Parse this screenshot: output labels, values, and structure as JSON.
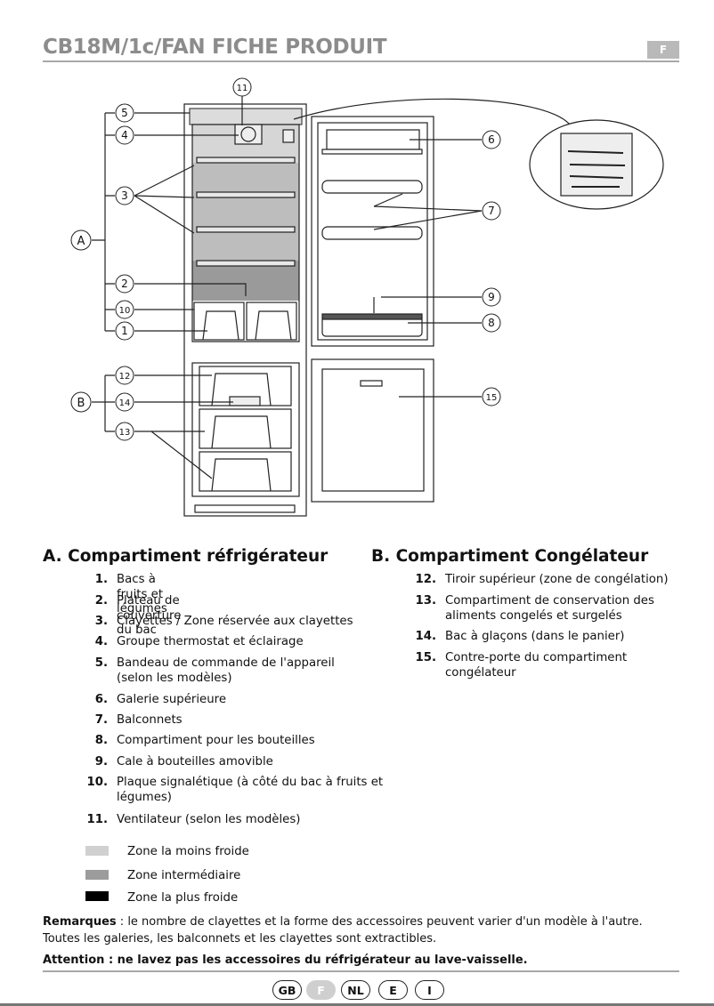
{
  "header": {
    "title": "CB18M/1c/FAN FICHE PRODUIT",
    "lang_tag": "F"
  },
  "diagram": {
    "group_a": "A",
    "group_b": "B",
    "callouts": [
      "1",
      "2",
      "3",
      "4",
      "5",
      "6",
      "7",
      "8",
      "9",
      "10",
      "11",
      "12",
      "13",
      "14",
      "15"
    ]
  },
  "section_a": {
    "heading": "A. Compartiment réfrigérateur",
    "items": [
      {
        "num": "1.",
        "text": "Bacs à fruits et légumes"
      },
      {
        "num": "2.",
        "text": "Plateau de couverture du bac"
      },
      {
        "num": "3.",
        "text": "Clayettes / Zone réservée aux clayettes"
      },
      {
        "num": "4.",
        "text": "Groupe thermostat et éclairage"
      },
      {
        "num": "5.",
        "text": "Bandeau de commande de l'appareil",
        "text2": "(selon les modèles)"
      },
      {
        "num": "6.",
        "text": "Galerie supérieure"
      },
      {
        "num": "7.",
        "text": "Balconnets"
      },
      {
        "num": "8.",
        "text": "Compartiment pour les bouteilles"
      },
      {
        "num": "9.",
        "text": "Cale à bouteilles amovible"
      },
      {
        "num": "10.",
        "text": "Plaque signalétique (à côté du bac à fruits et",
        "text2": "légumes)"
      },
      {
        "num": "11.",
        "text": "Ventilateur (selon les modèles)"
      }
    ]
  },
  "section_b": {
    "heading": "B. Compartiment Congélateur",
    "items": [
      {
        "num": "12.",
        "text": "Tiroir supérieur (zone de congélation)"
      },
      {
        "num": "13.",
        "text": "Compartiment de conservation des",
        "text2": "aliments congelés et surgelés"
      },
      {
        "num": "14.",
        "text": "Bac à glaçons (dans le panier)"
      },
      {
        "num": "15.",
        "text": "Contre-porte du compartiment",
        "text2": "congélateur"
      }
    ]
  },
  "legend": [
    {
      "label": "Zone la moins froide",
      "color": "#d0d0d0"
    },
    {
      "label": "Zone intermédiaire",
      "color": "#9c9c9c"
    },
    {
      "label": "Zone la plus froide",
      "color": "#000000"
    }
  ],
  "notes": {
    "remarks_label": "Remarques",
    "remarks_text": " : le nombre de clayettes et la forme des accessoires peuvent varier d'un modèle à l'autre.",
    "line2": "Toutes les galeries, les balconnets et les clayettes sont extractibles.",
    "warning": "Attention : ne lavez pas les accessoires du réfrigérateur au lave-vaisselle."
  },
  "languages": [
    {
      "code": "GB",
      "active": false
    },
    {
      "code": "F",
      "active": true
    },
    {
      "code": "NL",
      "active": false
    },
    {
      "code": "E",
      "active": false
    },
    {
      "code": "I",
      "active": false
    }
  ]
}
